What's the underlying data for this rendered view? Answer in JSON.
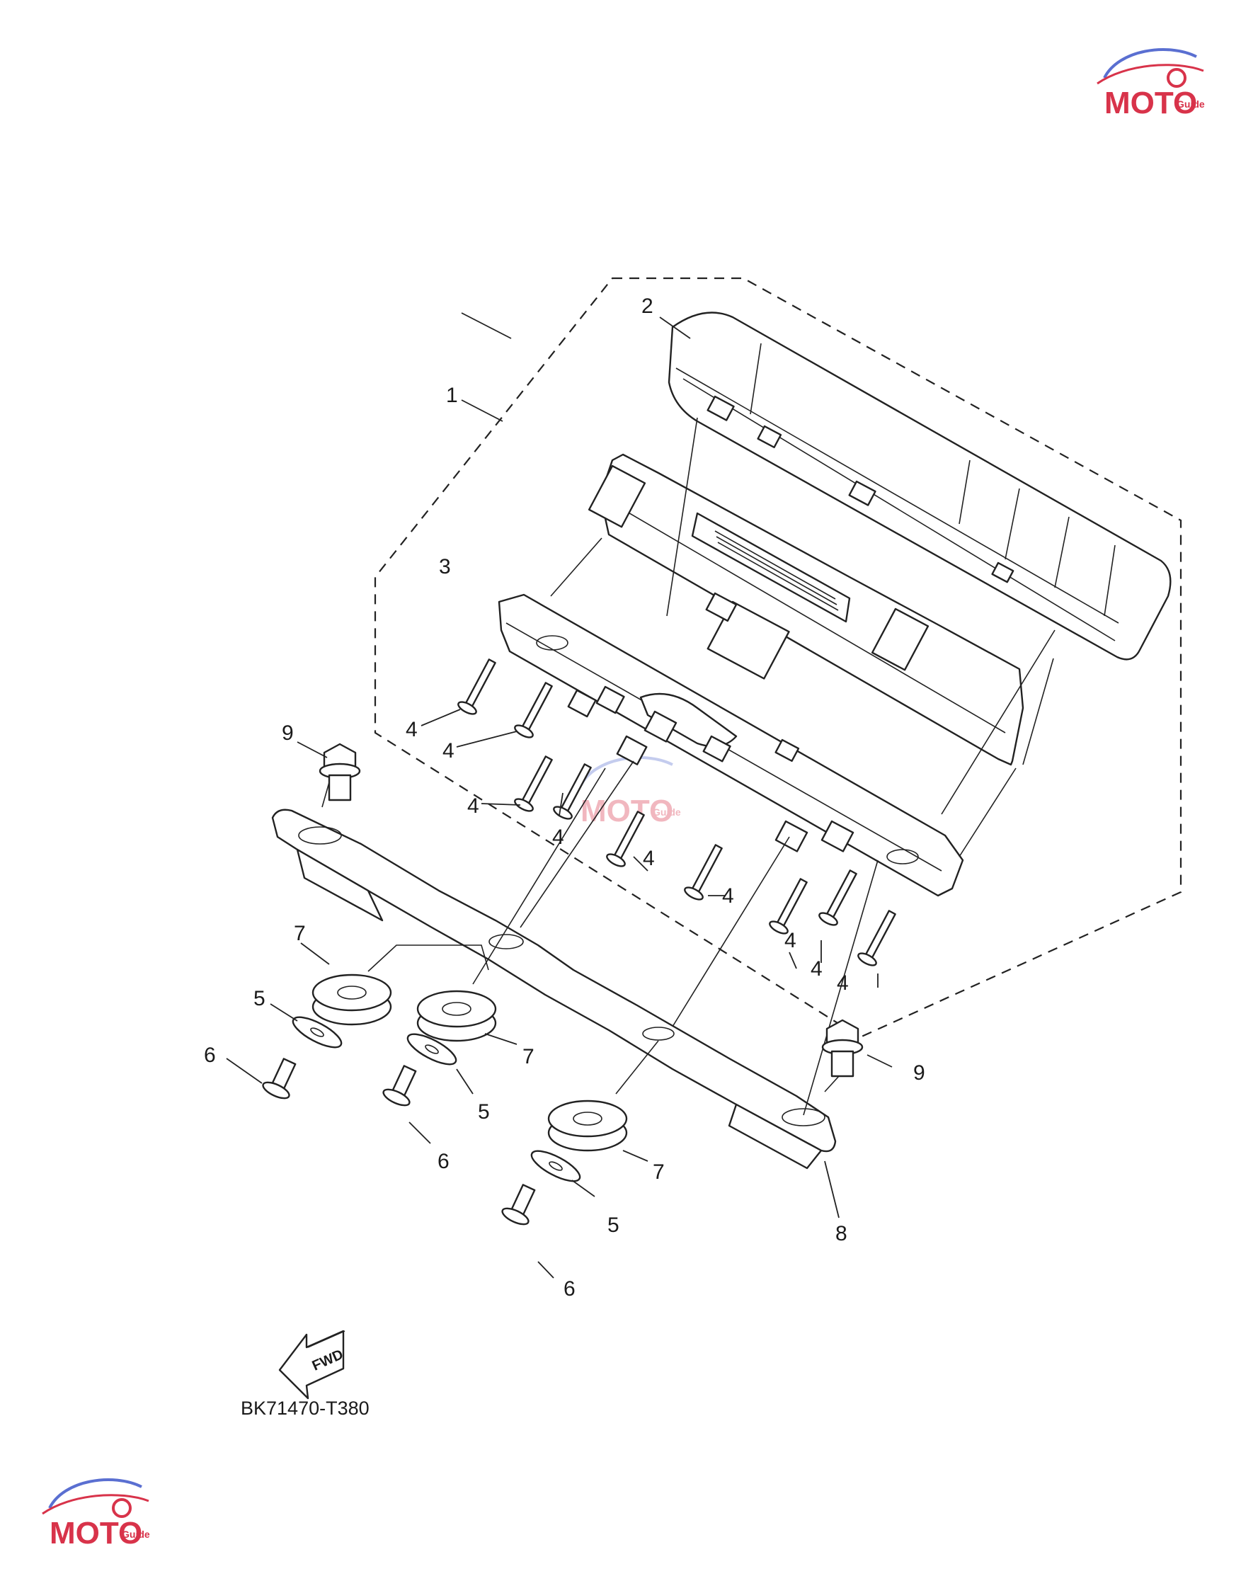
{
  "callouts": [
    {
      "id": "1",
      "label": "1"
    },
    {
      "id": "2",
      "label": "2"
    },
    {
      "id": "3",
      "label": "3"
    },
    {
      "id": "4a",
      "label": "4"
    },
    {
      "id": "4b",
      "label": "4"
    },
    {
      "id": "4c",
      "label": "4"
    },
    {
      "id": "4d",
      "label": "4"
    },
    {
      "id": "4e",
      "label": "4"
    },
    {
      "id": "4f",
      "label": "4"
    },
    {
      "id": "4g",
      "label": "4"
    },
    {
      "id": "4h",
      "label": "4"
    },
    {
      "id": "4i",
      "label": "4"
    },
    {
      "id": "5a",
      "label": "5"
    },
    {
      "id": "5b",
      "label": "5"
    },
    {
      "id": "5c",
      "label": "5"
    },
    {
      "id": "6a",
      "label": "6"
    },
    {
      "id": "6b",
      "label": "6"
    },
    {
      "id": "6c",
      "label": "6"
    },
    {
      "id": "7a",
      "label": "7"
    },
    {
      "id": "7b",
      "label": "7"
    },
    {
      "id": "7c",
      "label": "7"
    },
    {
      "id": "8",
      "label": "8"
    },
    {
      "id": "9a",
      "label": "9"
    },
    {
      "id": "9b",
      "label": "9"
    }
  ],
  "fwd_badge": {
    "label": "FWD"
  },
  "drawing_code": "BK71470-T380",
  "watermark": {
    "text": "MOTO",
    "subtext": "Guide"
  },
  "colors": {
    "line": "#222222",
    "watermark_red": "#d8334a",
    "watermark_blue": "#5a6fd1"
  }
}
